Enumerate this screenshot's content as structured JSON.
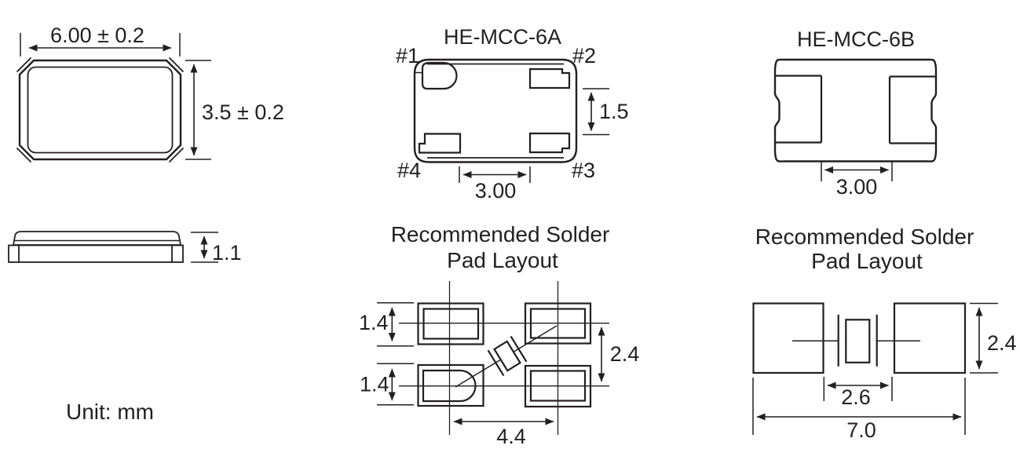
{
  "meta": {
    "background": "#ffffff",
    "ink": "#231f20",
    "drawing_type": "crystal package dimensions drawing"
  },
  "unit_note": "Unit: mm",
  "package_top_view": {
    "width_dim": "6.00 ± 0.2",
    "height_dim": "3.5 ± 0.2"
  },
  "package_side_view": {
    "thickness_dim": "1.1"
  },
  "he_mcc_6a": {
    "title": "HE-MCC-6A",
    "pin1": "#1",
    "pin2": "#2",
    "pin3": "#3",
    "pin4": "#4",
    "pad_width_dim": "1.5",
    "pad_pitch_dim": "3.00",
    "solder_layout": {
      "title_line1": "Recommended Solder",
      "title_line2": "Pad Layout",
      "pad_height_dim_top": "1.4",
      "pad_height_dim_bottom": "1.4",
      "row_pitch_dim": "2.4",
      "column_pitch_dim": "4.4"
    }
  },
  "he_mcc_6b": {
    "title": "HE-MCC-6B",
    "pad_gap_dim": "3.00",
    "solder_layout": {
      "title_line1": "Recommended Solder",
      "title_line2": "Pad Layout",
      "pad_height_dim": "2.4",
      "pad_gap_dim": "2.6",
      "overall_width_dim": "7.0"
    }
  }
}
